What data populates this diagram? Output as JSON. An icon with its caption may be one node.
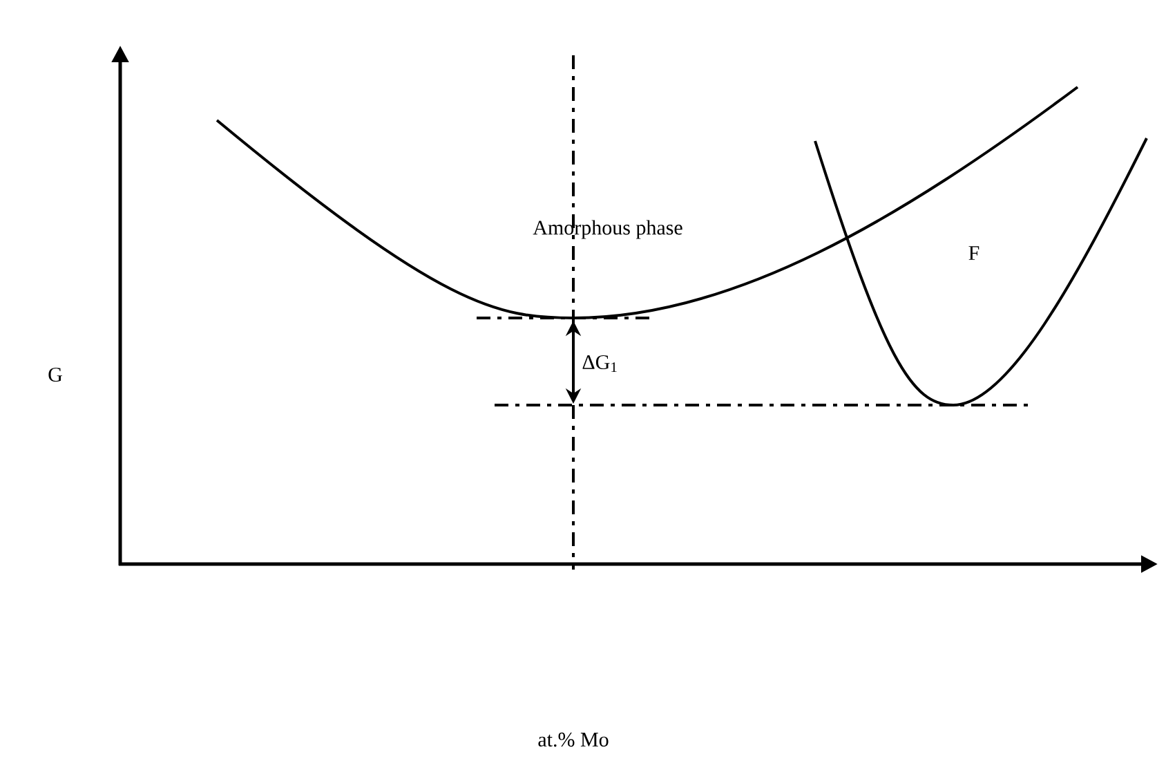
{
  "diagram": {
    "labels": [
      "Amorphous phase",
      "F",
      "G",
      "ΔG$_{1}$",
      "at.% Mo"
    ]
  }
}
